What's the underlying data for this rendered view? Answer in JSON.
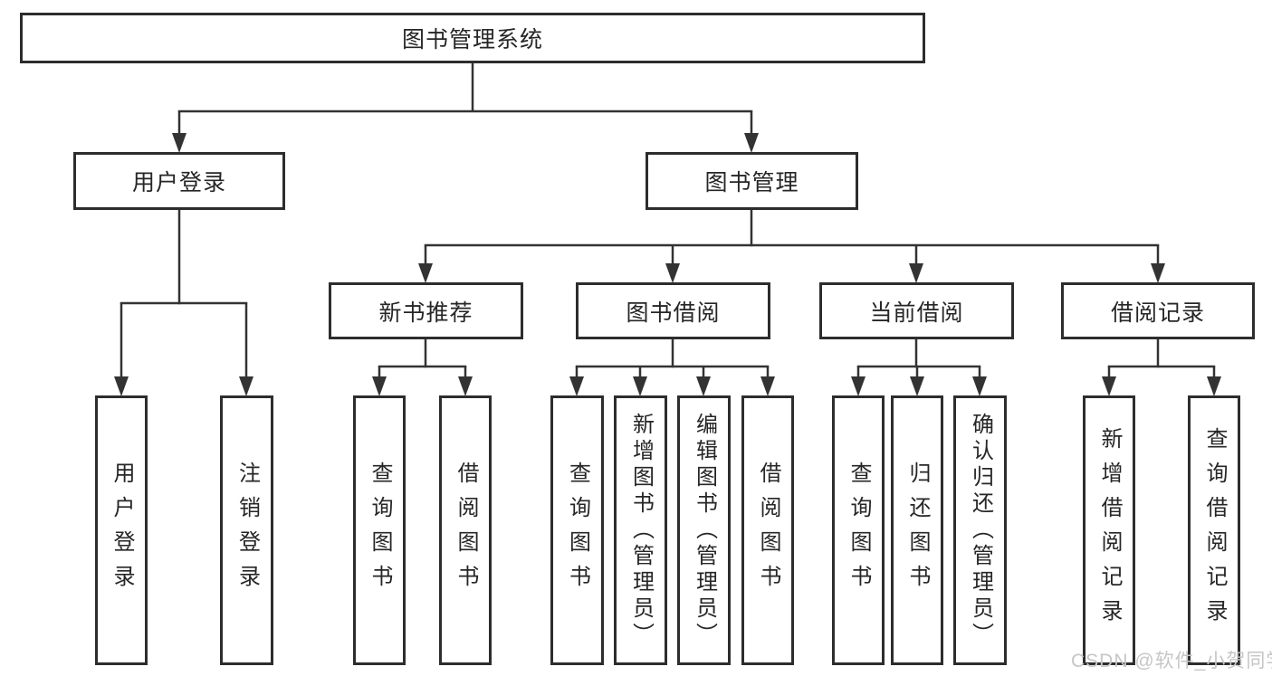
{
  "diagram_type": "hierarchy-tree",
  "colors": {
    "background": "#ffffff",
    "box_border": "#2d2d2d",
    "box_fill": "#ffffff",
    "line": "#333333",
    "text": "#262626",
    "watermark": "#c6c6c6"
  },
  "tree": {
    "label": "图书管理系统",
    "children": [
      {
        "label": "用户登录",
        "children": [
          {
            "label": "用户登录"
          },
          {
            "label": "注销登录"
          }
        ]
      },
      {
        "label": "图书管理",
        "children": [
          {
            "label": "新书推荐",
            "children": [
              {
                "label": "查询图书"
              },
              {
                "label": "借阅图书"
              }
            ]
          },
          {
            "label": "图书借阅",
            "children": [
              {
                "label": "查询图书"
              },
              {
                "label": "新增图书（管理员）"
              },
              {
                "label": "编辑图书（管理员）"
              },
              {
                "label": "借阅图书"
              }
            ]
          },
          {
            "label": "当前借阅",
            "children": [
              {
                "label": "查询图书"
              },
              {
                "label": "归还图书"
              },
              {
                "label": "确认归还（管理员）"
              }
            ]
          },
          {
            "label": "借阅记录",
            "children": [
              {
                "label": "新增借阅记录"
              },
              {
                "label": "查询借阅记录"
              }
            ]
          }
        ]
      }
    ]
  },
  "watermark": {
    "text": "CSDN @软件_小贺同学"
  }
}
